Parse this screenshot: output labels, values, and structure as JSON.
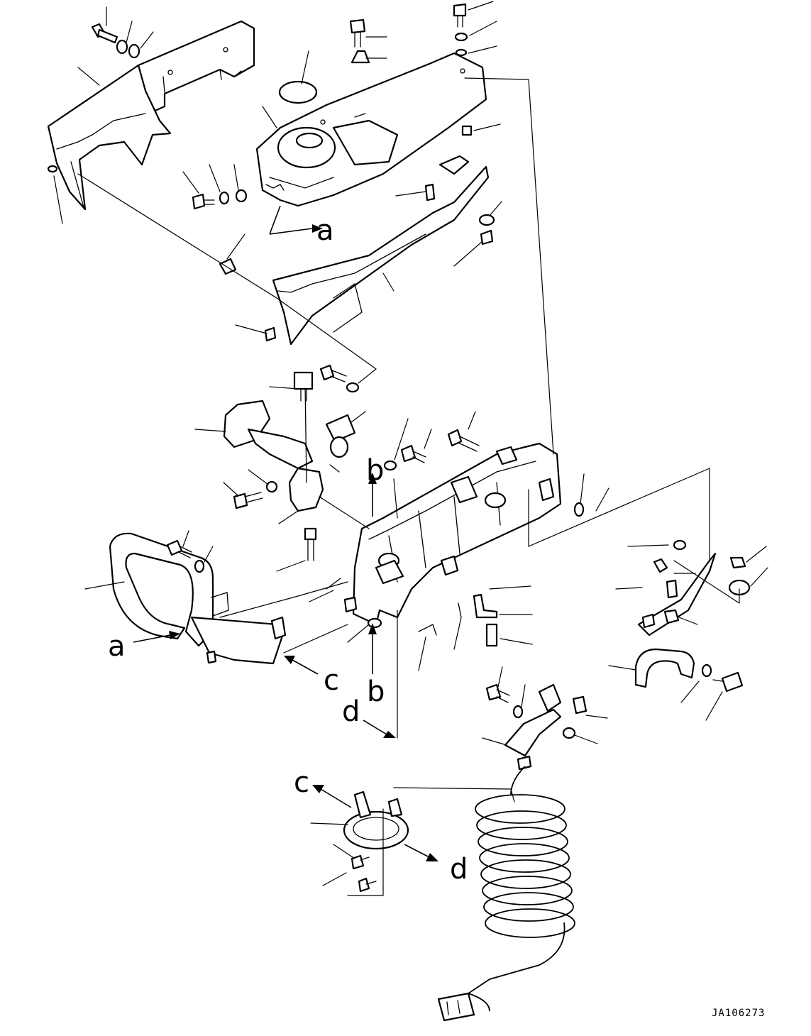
{
  "diagram": {
    "drawing_number": "JA106273",
    "view_refs": {
      "a": "a",
      "b": "b",
      "c": "c",
      "d": "d"
    }
  }
}
